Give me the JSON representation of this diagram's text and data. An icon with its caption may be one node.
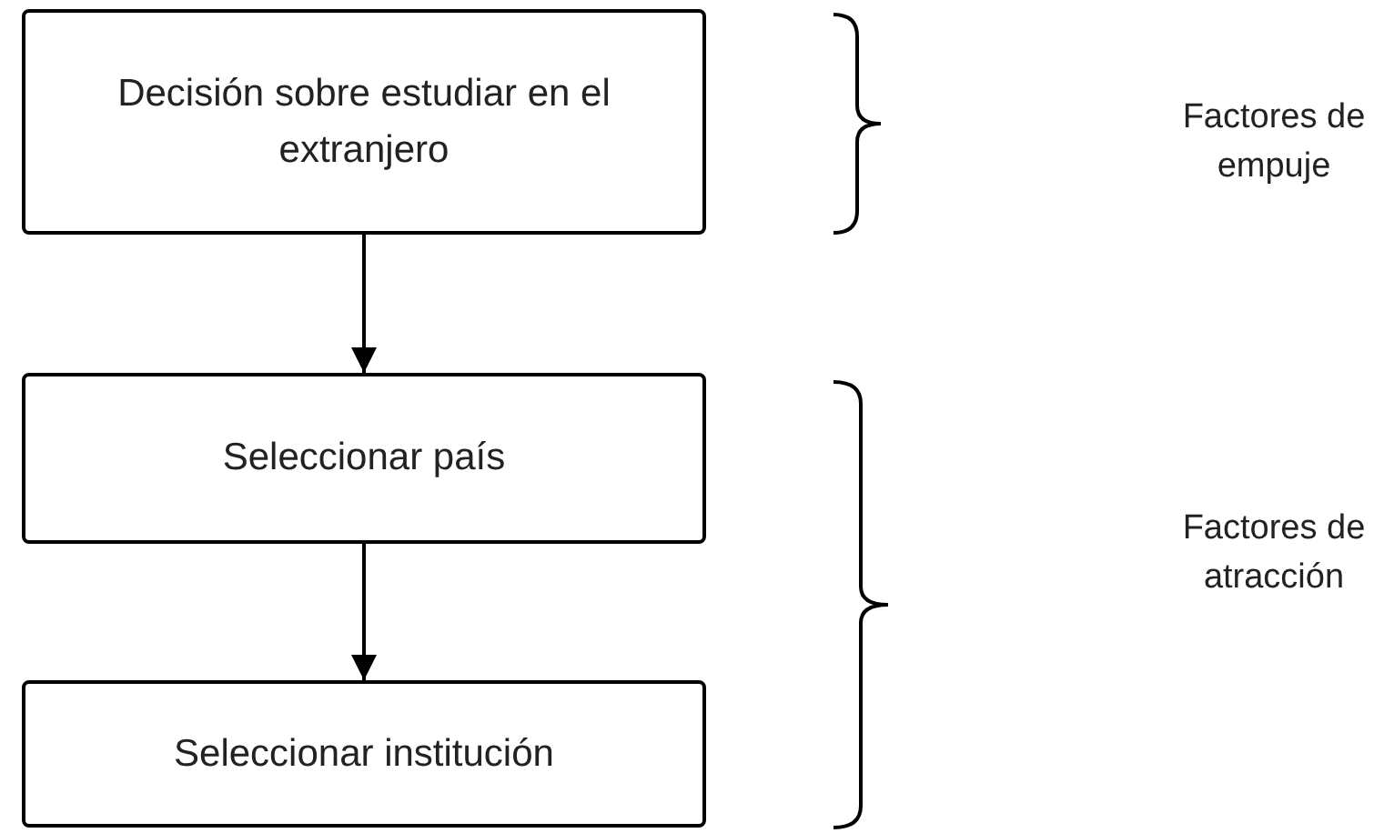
{
  "diagram": {
    "nodes": [
      {
        "text": [
          "Decisión sobre estudiar en el extranjero"
        ]
      },
      {
        "text": [
          "Seleccionar país"
        ]
      },
      {
        "text": [
          "Seleccionar institución"
        ]
      }
    ],
    "edges": [
      {
        "from": 0,
        "to": 1,
        "arrow": "to"
      },
      {
        "from": 1,
        "to": 2,
        "arrow": "to"
      }
    ],
    "labels": [
      "Factores de empuje",
      "Factores de atracción"
    ]
  }
}
